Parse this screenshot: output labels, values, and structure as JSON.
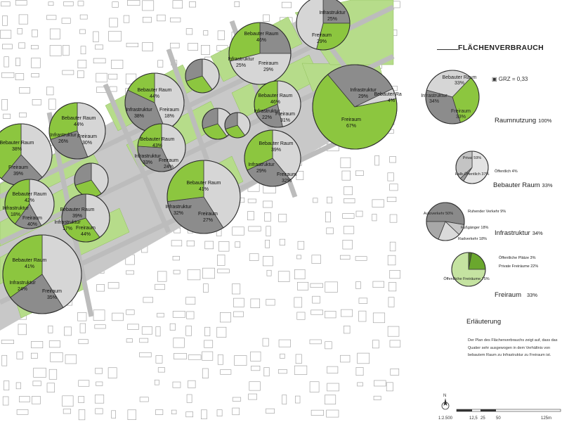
{
  "legend": {
    "title": "FLÄCHENVERBRAUCH",
    "main": {
      "slices": [
        {
          "label": "Bebauter Raum",
          "pct": "33%",
          "value": 33,
          "color": "#d6d6d6"
        },
        {
          "label": "Freiraum",
          "pct": "33%",
          "value": 33,
          "color": "#8cc63f"
        },
        {
          "label": "Infrastruktur",
          "pct": "34%",
          "value": 34,
          "color": "#8c8c8c"
        }
      ],
      "grz": "GRZ = 0,33",
      "caption": "Raumnutzung",
      "caption_pct": "100%"
    },
    "bebaut": {
      "slices": [
        {
          "label": "Privat",
          "pct": "59%",
          "value": 59,
          "color": "#e3e3e3"
        },
        {
          "label": "Öffentlich",
          "pct": "4%",
          "value": 4,
          "color": "#9a9a9a"
        },
        {
          "label": "Halb-Öffentlich",
          "pct": "37%",
          "value": 37,
          "color": "#c4c4c4"
        }
      ],
      "caption": "Bebauter Raum",
      "caption_pct": "33%"
    },
    "infra": {
      "slices": [
        {
          "label": "Autoverkehr",
          "pct": "50%",
          "value": 50,
          "color": "#8a8a8a"
        },
        {
          "label": "Ruhender Verkehr",
          "pct": "9%",
          "value": 9,
          "color": "#c6c6c6"
        },
        {
          "label": "Fußgänger",
          "pct": "18%",
          "value": 18,
          "color": "#dadada"
        },
        {
          "label": "Radverkehr",
          "pct": "18%",
          "value": 18,
          "color": "#a8a8a8"
        }
      ],
      "caption": "Infrastruktur",
      "caption_pct": "34%"
    },
    "frei": {
      "slices": [
        {
          "label": "Öffentliche Plätze",
          "pct": "3%",
          "value": 3,
          "color": "#4e7a22"
        },
        {
          "label": "Private Freiräume",
          "pct": "22%",
          "value": 22,
          "color": "#6aa72d"
        },
        {
          "label": "Öffentliche Freiräume",
          "pct": "75%",
          "value": 75,
          "color": "#c5e3a1"
        }
      ],
      "caption": "Freiraum",
      "caption_pct": "33%"
    },
    "explanation": {
      "heading": "Erläuterung",
      "text": "Der Plan des Flächenverbrauchs zeigt auf, dass das Quatier sehr ausgewogen in dem Verhältnis von bebautem Raum zu Infrastruktur zu Freiraum ist."
    },
    "scale": {
      "north": "N",
      "ratio": "1:2.500",
      "ticks": [
        "12,5",
        "25",
        "50",
        "125m"
      ]
    }
  },
  "map_pies": [
    {
      "slices": [
        {
          "label": "Infrastruktur",
          "value": 25
        },
        {
          "label": "Freiraum",
          "value": 29
        },
        {
          "label": "Bebauter Raum",
          "value": 46
        }
      ]
    },
    {
      "slices": [
        {
          "label": "Infrastruktur",
          "value": 25
        },
        {
          "label": "Bebauter Raum",
          "value": 46
        },
        {
          "label": "Freiraum",
          "value": 29
        }
      ]
    },
    {
      "slices": [
        {
          "label": "Bebauter Raum",
          "value": 39
        },
        {
          "label": "Infrastruktur",
          "value": 29
        },
        {
          "label": "Freiraum",
          "value": 32
        }
      ]
    },
    {
      "slices": [
        {
          "label": "Bebauter Raum",
          "value": 44
        },
        {
          "label": "Infrastruktur",
          "value": 38
        },
        {
          "label": "Freiraum",
          "value": 18
        }
      ]
    },
    {
      "slices": [
        {
          "label": "Bebauter Raum",
          "value": 46
        },
        {
          "label": "Infrastruktur",
          "value": 22
        },
        {
          "label": "Freiraum",
          "value": 31
        }
      ]
    },
    {
      "slices": [
        {
          "label": "Bebauter Raum",
          "value": 44
        },
        {
          "label": "Infrastruktur",
          "value": 26
        },
        {
          "label": "Freiraum",
          "value": 30
        }
      ]
    },
    {
      "slices": [
        {
          "label": "Bebauter Raum",
          "value": 43
        },
        {
          "label": "Infrastruktur",
          "value": 33
        },
        {
          "label": "Freiraum",
          "value": 24
        }
      ]
    },
    {
      "slices": [
        {
          "label": "Bebauter Raum",
          "value": 38
        },
        {
          "label": "Infrastruktur",
          "value": 23
        },
        {
          "label": "Freiraum",
          "value": 39
        }
      ]
    },
    {
      "slices": [
        {
          "label": "Bebauter Raum",
          "value": 41
        },
        {
          "label": "Infrastruktur",
          "value": 32
        },
        {
          "label": "Freiraum",
          "value": 27
        }
      ]
    },
    {
      "slices": [
        {
          "label": "Bebauter Raum",
          "value": 42
        },
        {
          "label": "Infrastruktur",
          "value": 18
        },
        {
          "label": "Freiraum",
          "value": 40
        }
      ]
    },
    {
      "slices": [
        {
          "label": "Bebauter Raum",
          "value": 41
        },
        {
          "label": "Infrastruktur",
          "value": 24
        },
        {
          "label": "Freiraum",
          "value": 35
        }
      ]
    }
  ],
  "map_labels": [
    {
      "text": "Infrastruktur",
      "pct": "25%"
    },
    {
      "text": "Freiraum",
      "pct": "29%"
    },
    {
      "text": "Bebauter Raum",
      "pct": "46%"
    },
    {
      "text": "Infrastruktur",
      "pct": "25%"
    },
    {
      "text": "Freiraum",
      "pct": "29%"
    },
    {
      "text": "Bebauter Raum",
      "pct": "44%"
    },
    {
      "text": "Infrastruktur",
      "pct": "38%"
    },
    {
      "text": "Freiraum",
      "pct": "18%"
    },
    {
      "text": "Infrastruktur",
      "pct": "29%"
    },
    {
      "text": "Bebauter Raum",
      "pct": "4%"
    },
    {
      "text": "Freiraum",
      "pct": "67%"
    },
    {
      "text": "Bebauter Raum",
      "pct": "46%"
    },
    {
      "text": "Infrastruktur",
      "pct": "22%"
    },
    {
      "text": "Freiraum",
      "pct": "31%"
    },
    {
      "text": "Bebauter Raum",
      "pct": "44%"
    },
    {
      "text": "Infrastruktur",
      "pct": "26%"
    },
    {
      "text": "Freiraum",
      "pct": "30%"
    },
    {
      "text": "Bebauter Raum",
      "pct": "38%"
    },
    {
      "text": "Freiraum",
      "pct": "39%"
    },
    {
      "text": "Bebauter Raum",
      "pct": "43%"
    },
    {
      "text": "Infrastruktur",
      "pct": "33%"
    },
    {
      "text": "Freiraum",
      "pct": "24%"
    },
    {
      "text": "Bebauter Raum",
      "pct": "39%"
    },
    {
      "text": "Infrastruktur",
      "pct": "29%"
    },
    {
      "text": "Freiraum",
      "pct": "32%"
    },
    {
      "text": "Bebauter Raum",
      "pct": "41%"
    },
    {
      "text": "Infrastruktur",
      "pct": "32%"
    },
    {
      "text": "Freiraum",
      "pct": "27%"
    },
    {
      "text": "Bebauter Raum",
      "pct": "42%"
    },
    {
      "text": "Infrastruktur",
      "pct": "18%"
    },
    {
      "text": "Freiraum",
      "pct": "40%"
    },
    {
      "text": "Bebauter Raum",
      "pct": "39%"
    },
    {
      "text": "Infrastruktur",
      "pct": "17%"
    },
    {
      "text": "Freiraum",
      "pct": "44%"
    },
    {
      "text": "Bebauter Raum",
      "pct": "41%"
    },
    {
      "text": "Infrastruktur",
      "pct": "24%"
    },
    {
      "text": "Freiraum",
      "pct": "35%"
    }
  ],
  "colors": {
    "bebaut": "#d6d6d6",
    "infra": "#8c8c8c",
    "frei": "#8cc63f",
    "road": "#c4c4c4",
    "green": "#b6dc8a"
  }
}
